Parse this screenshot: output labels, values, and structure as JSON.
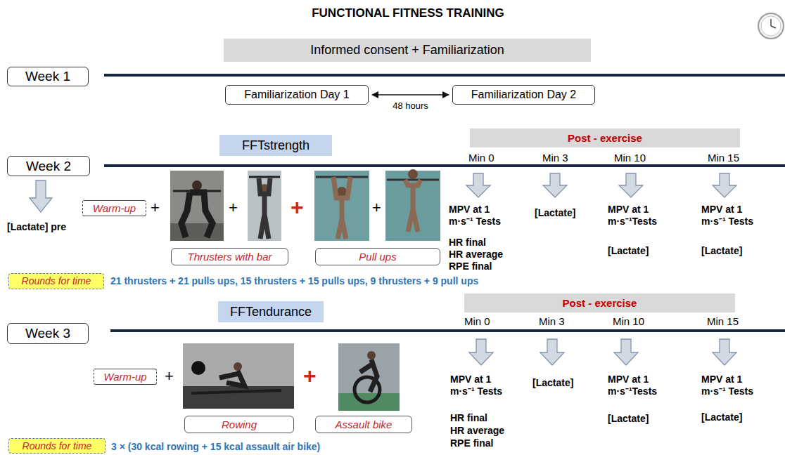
{
  "diagram": {
    "title": "FUNCTIONAL FITNESS TRAINING",
    "nodes": [
      {
        "text": [
          "Informed consent + Familiarization"
        ]
      },
      {
        "text": [
          "Week 1"
        ]
      },
      {
        "text": [
          "Familiarization Day 1"
        ]
      },
      {
        "text": [
          "Familiarization Day 2"
        ]
      },
      {
        "text": [
          "FFTstrength"
        ]
      },
      {
        "text": [
          "Post - exercise"
        ]
      },
      {
        "text": [
          "Week 2"
        ]
      },
      {
        "text": [
          "Warm-up"
        ]
      },
      {
        "text": [
          "Thrusters with bar"
        ]
      },
      {
        "text": [
          "Pull ups"
        ]
      },
      {
        "text": [
          "Rounds for time"
        ]
      },
      {
        "text": [
          "FFTendurance"
        ]
      },
      {
        "text": [
          "Post - exercise"
        ]
      },
      {
        "text": [
          "Week 3"
        ]
      },
      {
        "text": [
          "Warm-up"
        ]
      },
      {
        "text": [
          "Rowing"
        ]
      },
      {
        "text": [
          "Assault bike"
        ]
      },
      {
        "text": [
          "Rounds for time"
        ]
      }
    ],
    "edges": [
      {
        "from": 2,
        "to": 3,
        "arrow": "both",
        "label": "48 hours"
      }
    ],
    "labels": [
      "Min 0",
      "Min 3",
      "Min 10",
      "Min 15",
      "[Lactate] pre",
      "+",
      "+",
      "+",
      "+",
      "MPV at 1 m·s⁻¹ Tests",
      "HR final",
      "HR average",
      "RPE final",
      "[Lactate]",
      "MPV at 1 m·s⁻¹Tests",
      "[Lactate]",
      "MPV at 1 m·s⁻¹ Tests",
      "[Lactate]",
      "21 thrusters + 21 pulls ups, 15 thrusters + 15 pulls ups, 9 thrusters + 9 pull ups",
      "Min 0",
      "Min 3",
      "Min 10",
      "Min 15",
      "+",
      "+",
      "MPV at 1 m·s⁻¹ Tests",
      "HR final",
      "HR average",
      "RPE final",
      "[Lactate]",
      "MPV at 1 m·s⁻¹Tests",
      "[Lactate]",
      "MPV at 1 m·s⁻¹ Tests",
      "[Lactate]",
      "3 × (30 kcal rowing + 15 kcal assault air bike)"
    ]
  }
}
